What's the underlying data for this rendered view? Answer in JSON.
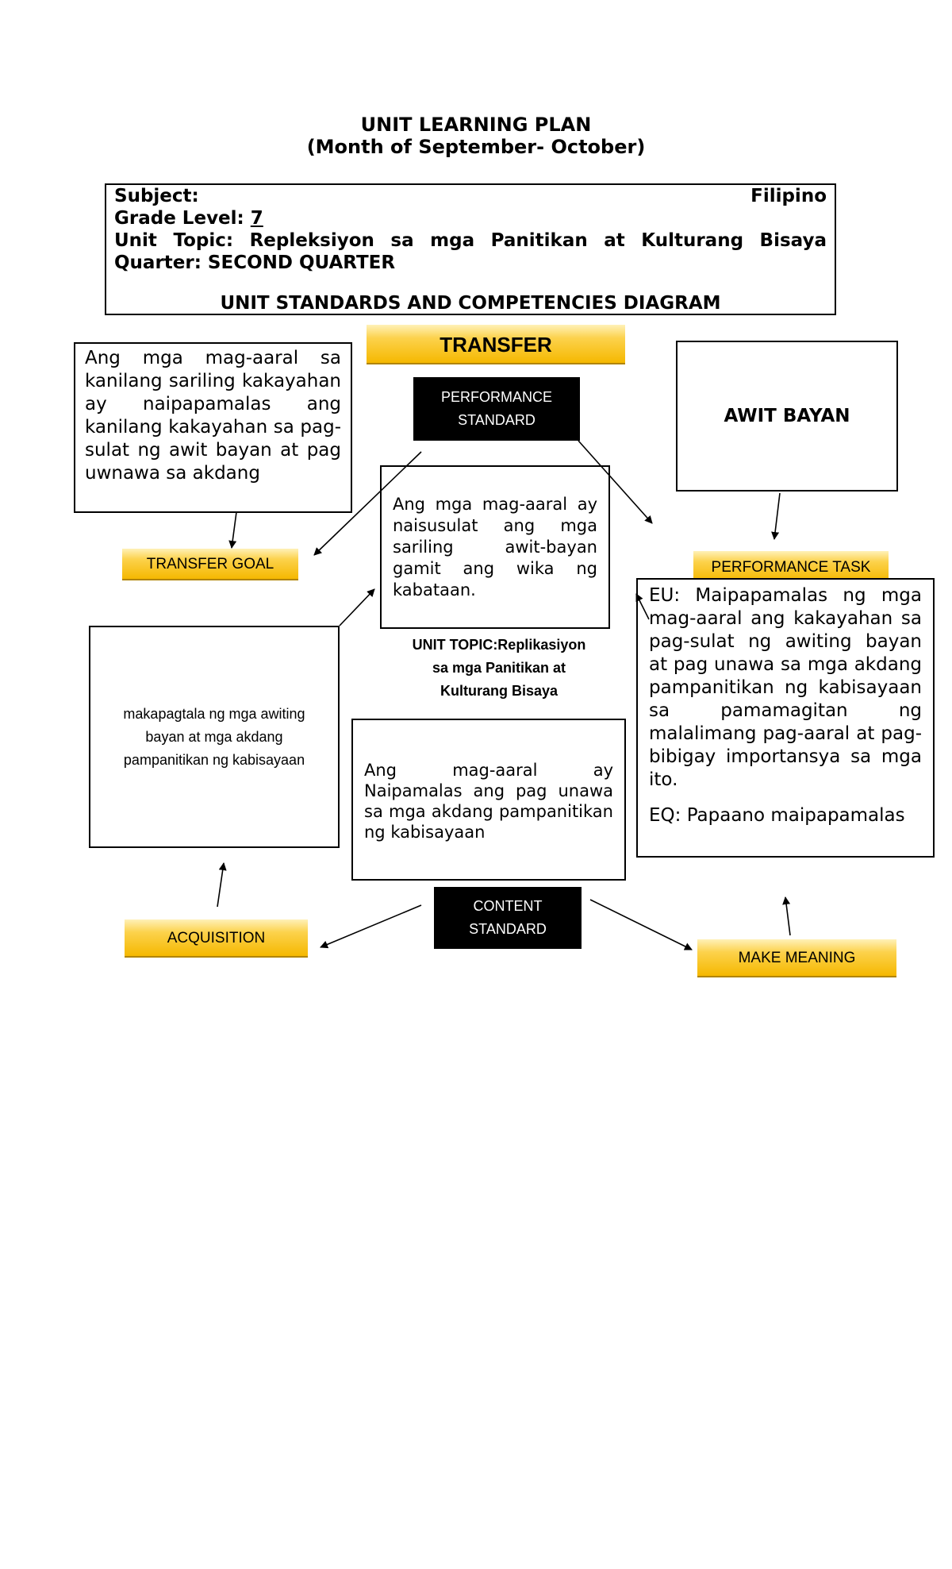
{
  "header": {
    "title": "UNIT LEARNING PLAN",
    "subtitle": "(Month of September- October)"
  },
  "info": {
    "subject_label": "Subject:",
    "subject_value": "Filipino",
    "grade_label": "Grade Level:",
    "grade_value": "7",
    "topic_line": "Unit Topic: Repleksiyon sa mga Panitikan at Kulturang Bisaya",
    "quarter_line": "Quarter: SECOND QUARTER",
    "diagram_title": "UNIT STANDARDS AND COMPETENCIES DIAGRAM"
  },
  "diagram": {
    "transfer_label": "TRANSFER",
    "performance_standard_label": "PERFORMANCE STANDARD",
    "transfer_goal_text": "Ang mga mag-aaral sa kanilang sariling kakayahan ay naipapamalas ang kanilang kakayahan sa pag-sulat ng awit bayan at pag uwnawa sa akdang",
    "performance_standard_text": "Ang mga mag-aaral ay naisusulat ang mga sariling awit-bayan gamit ang wika ng kabataan.",
    "awit_bayan": "AWIT BAYAN",
    "transfer_goal_label": "TRANSFER GOAL",
    "performance_task_label": "PERFORMANCE TASK",
    "make_meaning_text": "EU: Maipapamalas ng mga mag-aaral ang kakayahan sa pag-sulat ng awiting bayan at pag unawa sa mga akdang pampanitikan ng kabisayaan sa pamamagitan ng malalimang pag-aaral at pag-bibigay importansya sa mga ito.",
    "eq_text": "EQ: Papaano maipapamalas",
    "acquisition_text": "makapagtala ng mga awiting bayan at mga akdang pampanitikan ng kabisayaan",
    "unit_topic_text": "UNIT TOPIC:Replikasiyon sa mga Panitikan at Kulturang Bisaya",
    "content_standard_text": "Ang mag-aaral ay Naipamalas ang pag unawa sa mga akdang pampanitikan ng kabisayaan",
    "content_standard_label": "CONTENT STANDARD",
    "acquisition_label": "ACQUISITION",
    "make_meaning_label": "MAKE MEANING"
  }
}
